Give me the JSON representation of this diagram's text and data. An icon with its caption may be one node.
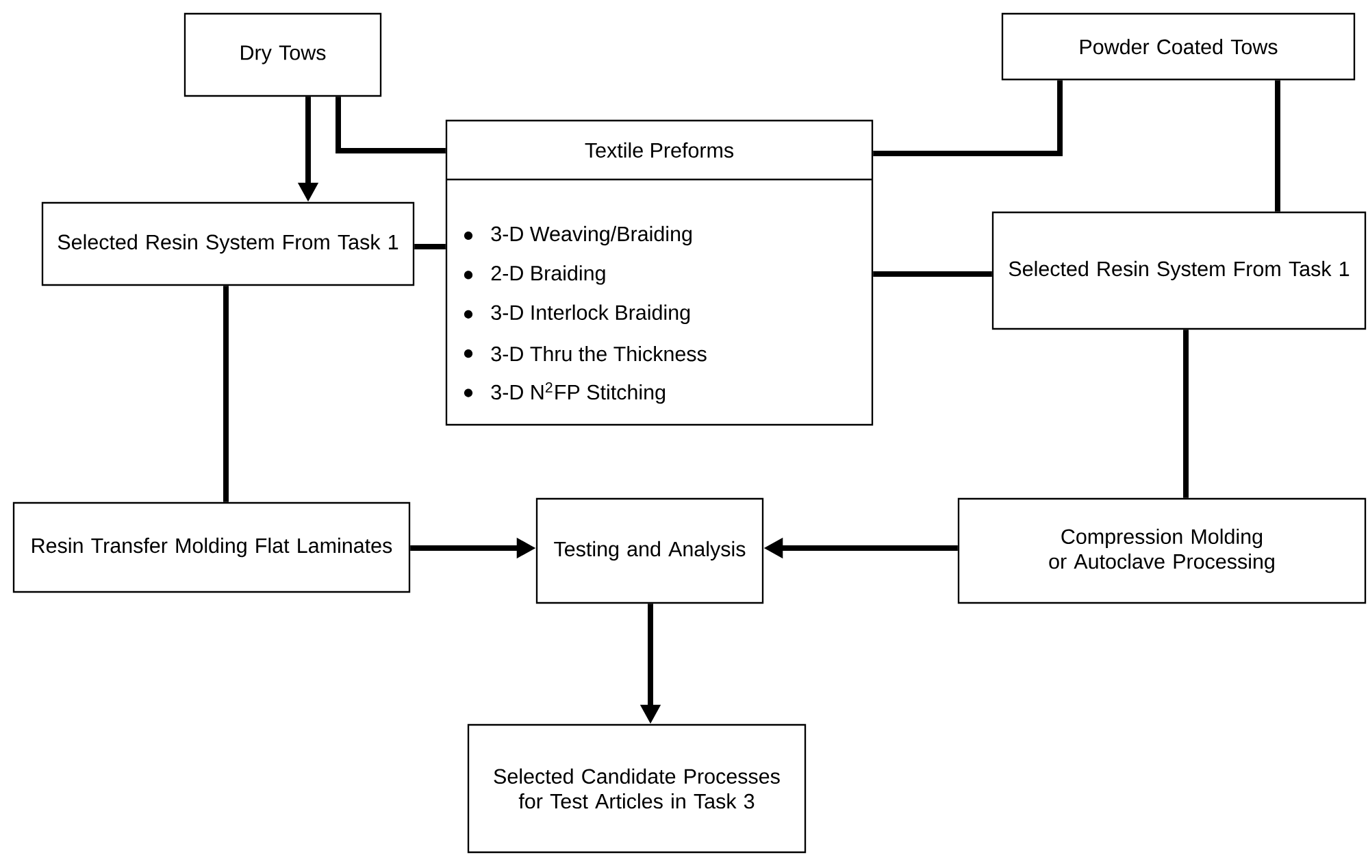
{
  "diagram": {
    "nodes": [
      {
        "text": [
          "Dry Tows"
        ]
      },
      {
        "text": [
          "Powder Coated Tows"
        ]
      },
      {
        "text": [
          "Textile Preforms",
          "3-D Weaving/Braiding",
          "2-D Braiding",
          "3-D Interlock Braiding",
          "3-D Thru the Thickness",
          "3-D N$^{2}$FP Stitching"
        ]
      },
      {
        "text": [
          "Selected Resin System From Task 1"
        ]
      },
      {
        "text": [
          "Selected Resin System From Task 1"
        ]
      },
      {
        "text": [
          "Resin Transfer Molding Flat Laminates"
        ]
      },
      {
        "text": [
          "Testing and Analysis"
        ]
      },
      {
        "text": [
          "Compression Molding or Autoclave Processing"
        ]
      },
      {
        "text": [
          "Selected Candidate Processes for Test Articles in Task 3"
        ]
      }
    ],
    "edges": [
      {
        "from": 0,
        "to": 3,
        "arrow": "to"
      },
      {
        "from": 0,
        "to": 2,
        "arrow": "none"
      },
      {
        "from": 1,
        "to": 2,
        "arrow": "none"
      },
      {
        "from": 1,
        "to": 4,
        "arrow": "none"
      },
      {
        "from": 3,
        "to": 2,
        "arrow": "none"
      },
      {
        "from": 2,
        "to": 4,
        "arrow": "none"
      },
      {
        "from": 3,
        "to": 5,
        "arrow": "none"
      },
      {
        "from": 4,
        "to": 7,
        "arrow": "none"
      },
      {
        "from": 5,
        "to": 6,
        "arrow": "to"
      },
      {
        "from": 7,
        "to": 6,
        "arrow": "to"
      },
      {
        "from": 6,
        "to": 8,
        "arrow": "to"
      }
    ]
  }
}
